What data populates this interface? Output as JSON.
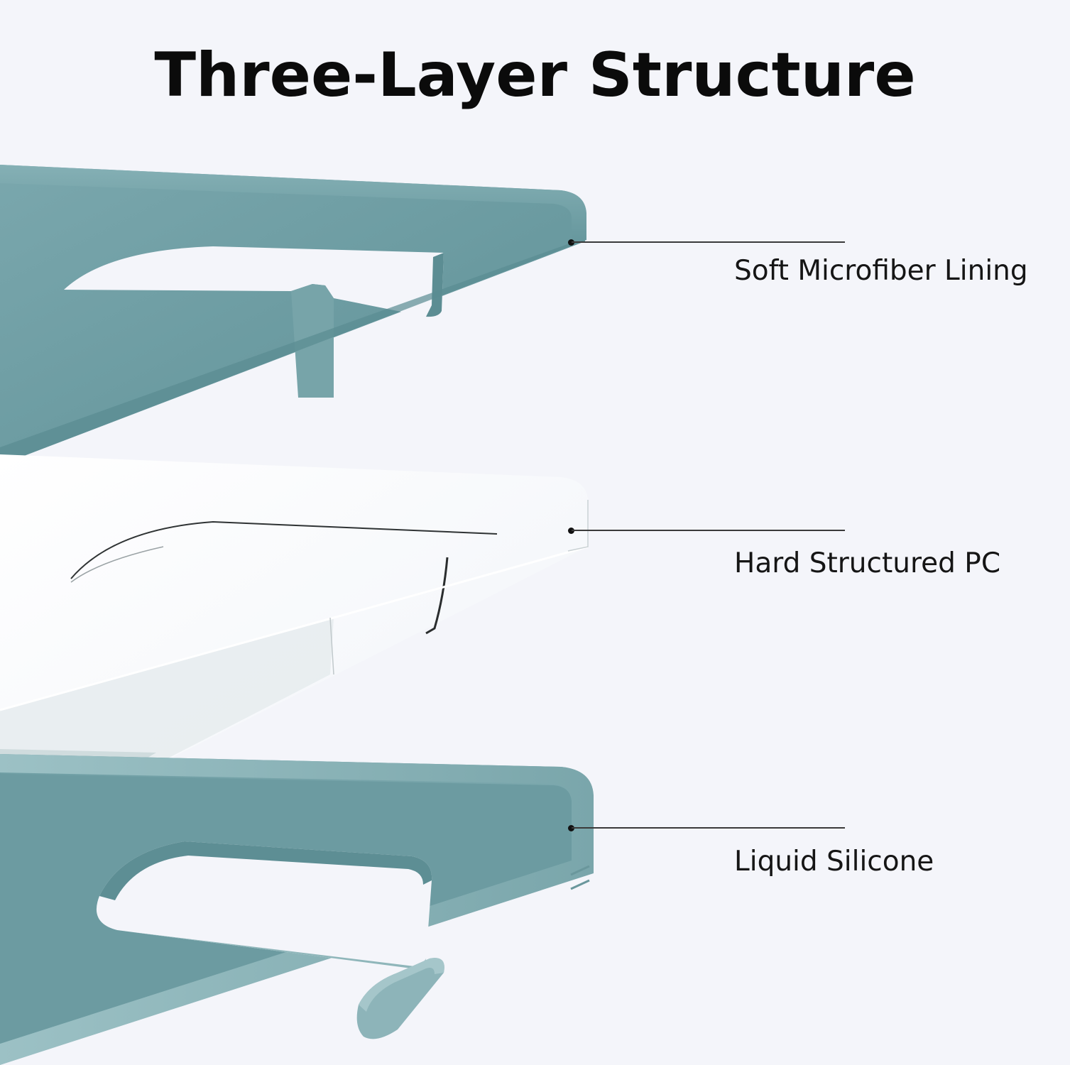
{
  "title": "Three-Layer Structure",
  "colors": {
    "background": "#f4f5fa",
    "microfiber": "#6e9da3",
    "silicone": "#7faab0",
    "pc": "#ffffff",
    "text": "#0b0b0b"
  },
  "layers": [
    {
      "label": "Soft Microfiber Lining"
    },
    {
      "label": "Hard Structured PC"
    },
    {
      "label": "Liquid Silicone"
    }
  ]
}
